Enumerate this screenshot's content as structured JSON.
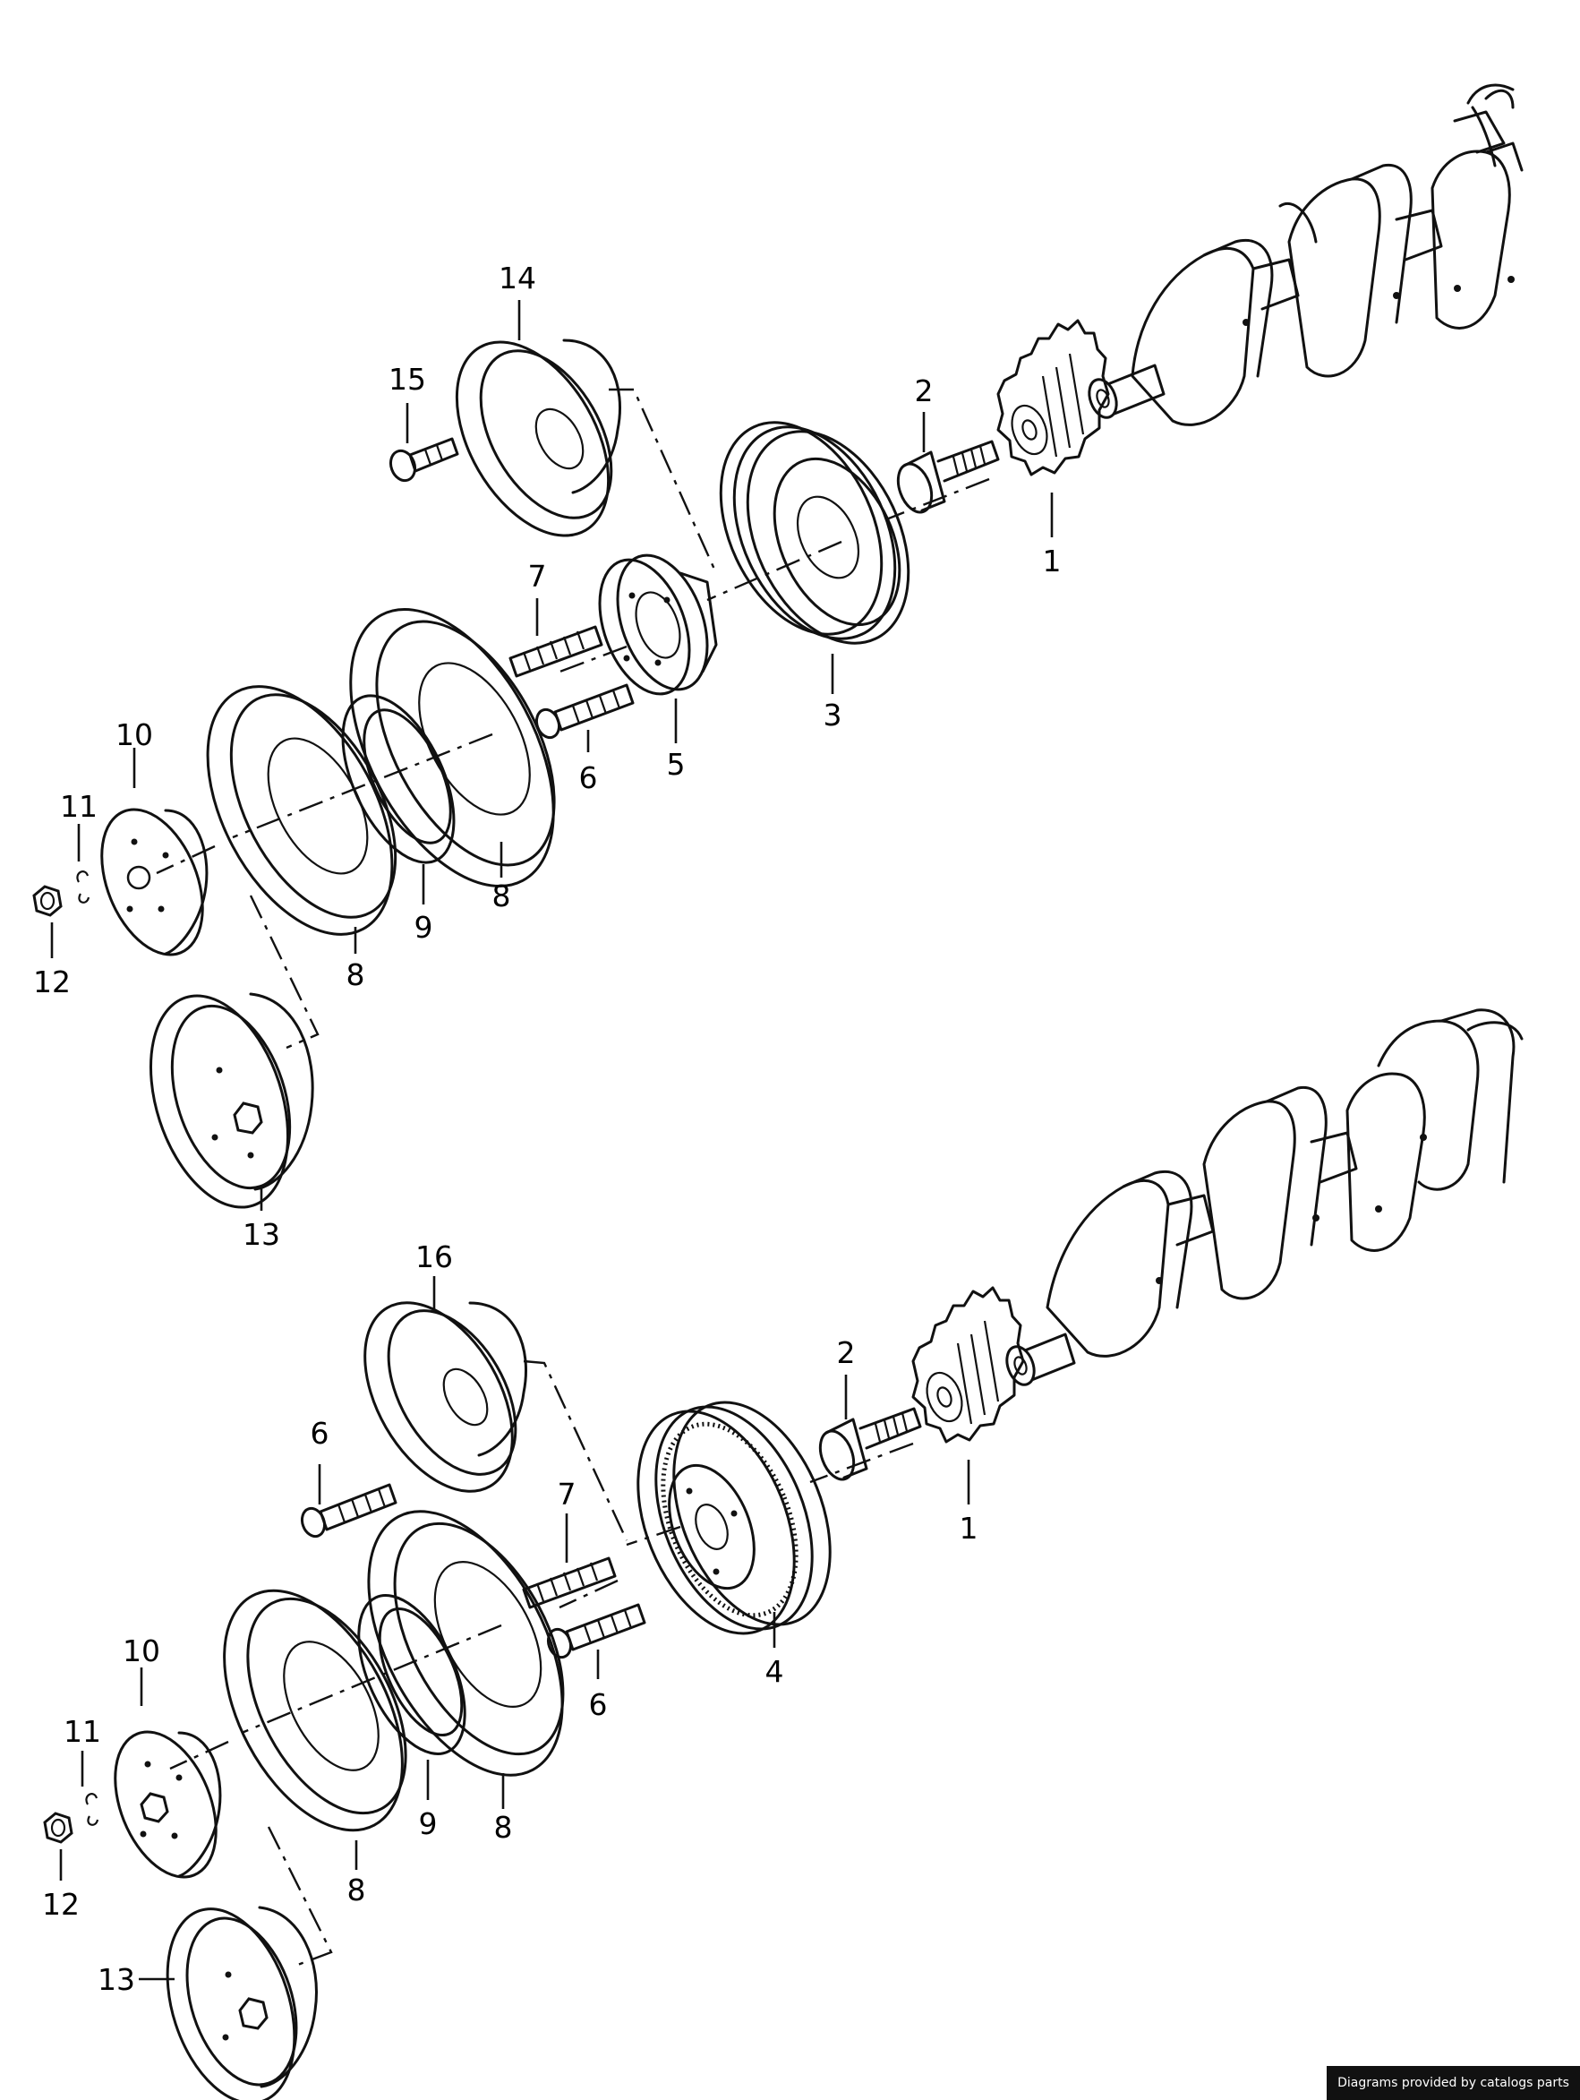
{
  "footer": {
    "credit": "Diagrams provided by catalogs parts"
  },
  "upper_assembly": {
    "labels": [
      "14",
      "15",
      "2",
      "1",
      "7",
      "3",
      "5",
      "6",
      "10",
      "11",
      "12",
      "8",
      "9",
      "8",
      "13"
    ]
  },
  "lower_assembly": {
    "labels": [
      "16",
      "6",
      "2",
      "1",
      "7",
      "4",
      "6",
      "10",
      "11",
      "12",
      "8",
      "9",
      "8",
      "13"
    ]
  }
}
